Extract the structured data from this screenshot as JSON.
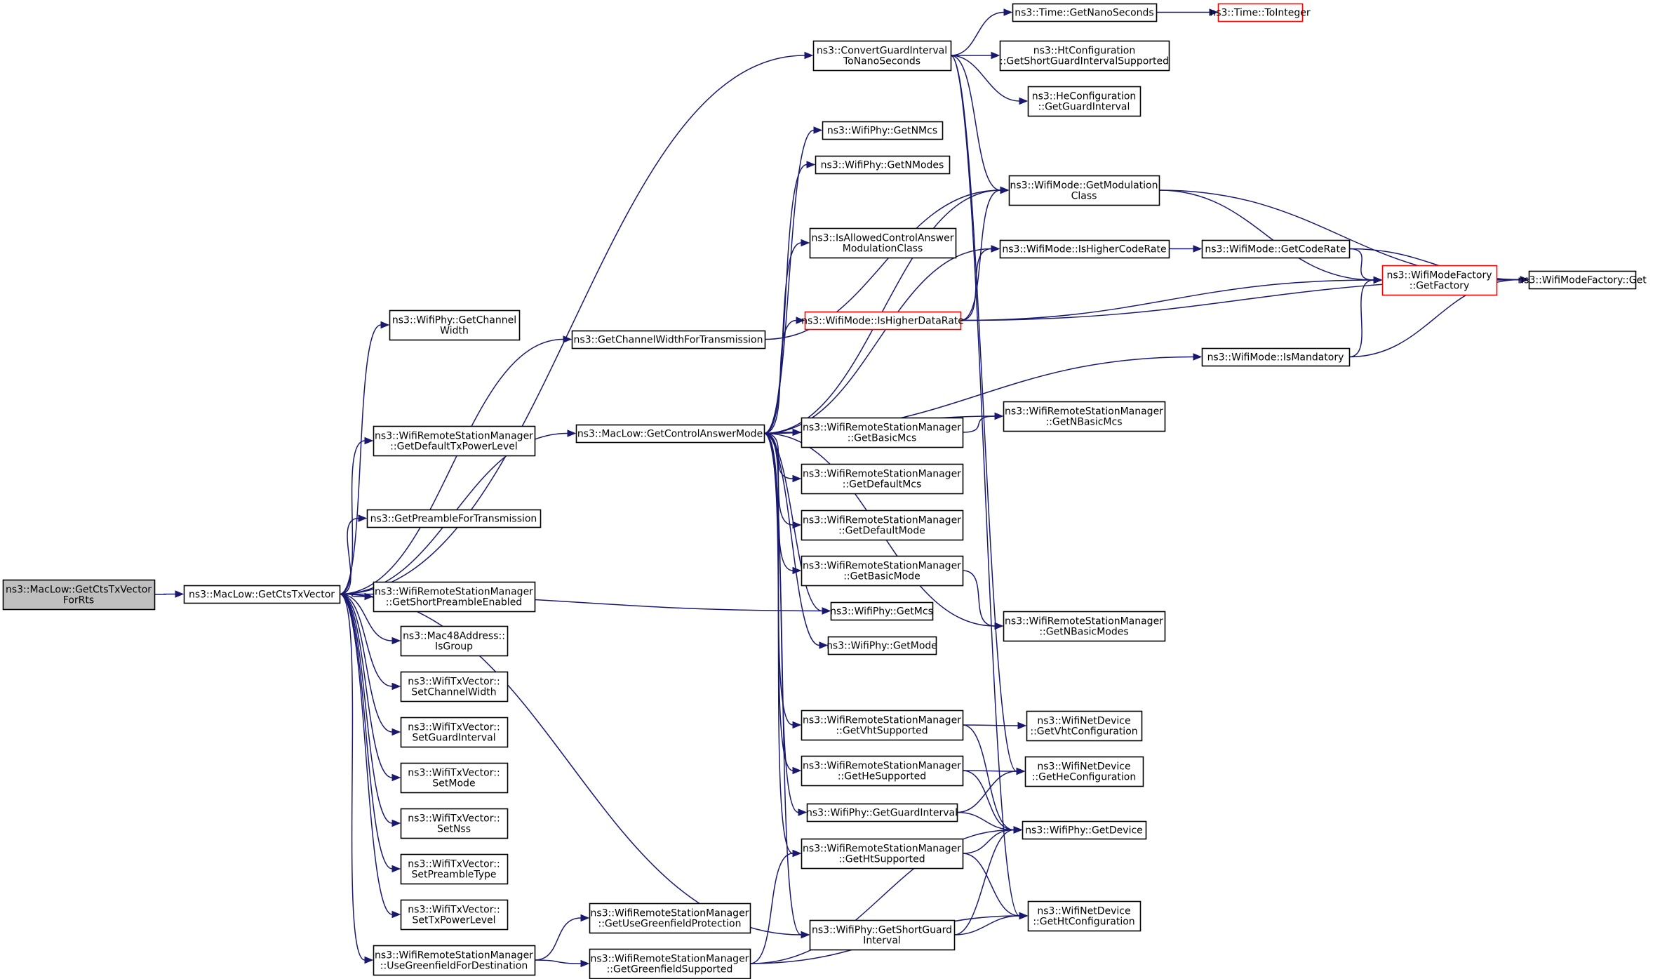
{
  "nodes": {
    "root": {
      "lines": [
        "ns3::MacLow::GetCtsTxVector",
        "ForRts"
      ],
      "style": "root"
    },
    "gctv": {
      "lines": [
        "ns3::MacLow::GetCtsTxVector"
      ]
    },
    "cgi": {
      "lines": [
        "ns3::ConvertGuardInterval",
        "ToNanoSeconds"
      ]
    },
    "gns": {
      "lines": [
        "ns3::Time::GetNanoSeconds"
      ]
    },
    "toint": {
      "lines": [
        "ns3::Time::ToInteger"
      ],
      "style": "red"
    },
    "htcsg": {
      "lines": [
        "ns3::HtConfiguration",
        "::GetShortGuardIntervalSupported"
      ]
    },
    "hegi": {
      "lines": [
        "ns3::HeConfiguration",
        "::GetGuardInterval"
      ]
    },
    "nmcs": {
      "lines": [
        "ns3::WifiPhy::GetNMcs"
      ]
    },
    "nmodes": {
      "lines": [
        "ns3::WifiPhy::GetNModes"
      ]
    },
    "modcls": {
      "lines": [
        "ns3::WifiMode::GetModulation",
        "Class"
      ]
    },
    "iaca": {
      "lines": [
        "ns3::IsAllowedControlAnswer",
        "ModulationClass"
      ]
    },
    "ihcr": {
      "lines": [
        "ns3::WifiMode::IsHigherCodeRate"
      ]
    },
    "gcr": {
      "lines": [
        "ns3::WifiMode::GetCodeRate"
      ]
    },
    "wmfgf": {
      "lines": [
        "ns3::WifiModeFactory",
        "::GetFactory"
      ],
      "style": "red"
    },
    "wmfget": {
      "lines": [
        "ns3::WifiModeFactory::Get"
      ]
    },
    "ihdr": {
      "lines": [
        "ns3::WifiMode::IsHigherDataRate"
      ],
      "style": "red"
    },
    "phycw": {
      "lines": [
        "ns3::WifiPhy::GetChannel",
        "Width"
      ]
    },
    "gcwft": {
      "lines": [
        "ns3::GetChannelWidthForTransmission"
      ]
    },
    "ismand": {
      "lines": [
        "ns3::WifiMode::IsMandatory"
      ]
    },
    "gdtpl": {
      "lines": [
        "ns3::WifiRemoteStationManager",
        "::GetDefaultTxPowerLevel"
      ]
    },
    "gcam": {
      "lines": [
        "ns3::MacLow::GetControlAnswerMode"
      ]
    },
    "gbmcs": {
      "lines": [
        "ns3::WifiRemoteStationManager",
        "::GetBasicMcs"
      ]
    },
    "gnbmcs": {
      "lines": [
        "ns3::WifiRemoteStationManager",
        "::GetNBasicMcs"
      ]
    },
    "gdmcs": {
      "lines": [
        "ns3::WifiRemoteStationManager",
        "::GetDefaultMcs"
      ]
    },
    "gpft": {
      "lines": [
        "ns3::GetPreambleForTransmission"
      ]
    },
    "gdmode": {
      "lines": [
        "ns3::WifiRemoteStationManager",
        "::GetDefaultMode"
      ]
    },
    "gbmode": {
      "lines": [
        "ns3::WifiRemoteStationManager",
        "::GetBasicMode"
      ]
    },
    "gspe": {
      "lines": [
        "ns3::WifiRemoteStationManager",
        "::GetShortPreambleEnabled"
      ]
    },
    "phymcs": {
      "lines": [
        "ns3::WifiPhy::GetMcs"
      ]
    },
    "gnbmodes": {
      "lines": [
        "ns3::WifiRemoteStationManager",
        "::GetNBasicModes"
      ]
    },
    "isgrp": {
      "lines": [
        "ns3::Mac48Address::",
        "IsGroup"
      ]
    },
    "phymode": {
      "lines": [
        "ns3::WifiPhy::GetMode"
      ]
    },
    "scw": {
      "lines": [
        "ns3::WifiTxVector::",
        "SetChannelWidth"
      ]
    },
    "gvhts": {
      "lines": [
        "ns3::WifiRemoteStationManager",
        "::GetVhtSupported"
      ]
    },
    "gvhtc": {
      "lines": [
        "ns3::WifiNetDevice",
        "::GetVhtConfiguration"
      ]
    },
    "sgi": {
      "lines": [
        "ns3::WifiTxVector::",
        "SetGuardInterval"
      ]
    },
    "ghes": {
      "lines": [
        "ns3::WifiRemoteStationManager",
        "::GetHeSupported"
      ]
    },
    "ghec": {
      "lines": [
        "ns3::WifiNetDevice",
        "::GetHeConfiguration"
      ]
    },
    "smode": {
      "lines": [
        "ns3::WifiTxVector::",
        "SetMode"
      ]
    },
    "phygi": {
      "lines": [
        "ns3::WifiPhy::GetGuardInterval"
      ]
    },
    "gdev": {
      "lines": [
        "ns3::WifiPhy::GetDevice"
      ]
    },
    "snss": {
      "lines": [
        "ns3::WifiTxVector::",
        "SetNss"
      ]
    },
    "ghts": {
      "lines": [
        "ns3::WifiRemoteStationManager",
        "::GetHtSupported"
      ]
    },
    "spt": {
      "lines": [
        "ns3::WifiTxVector::",
        "SetPreambleType"
      ]
    },
    "ghtc": {
      "lines": [
        "ns3::WifiNetDevice",
        "::GetHtConfiguration"
      ]
    },
    "stpl": {
      "lines": [
        "ns3::WifiTxVector::",
        "SetTxPowerLevel"
      ]
    },
    "gsgi": {
      "lines": [
        "ns3::WifiPhy::GetShortGuard",
        "Interval"
      ]
    },
    "gugp": {
      "lines": [
        "ns3::WifiRemoteStationManager",
        "::GetUseGreenfieldProtection"
      ]
    },
    "ugfd": {
      "lines": [
        "ns3::WifiRemoteStationManager",
        "::UseGreenfieldForDestination"
      ]
    },
    "ggfs": {
      "lines": [
        "ns3::WifiRemoteStationManager",
        "::GetGreenfieldSupported"
      ]
    }
  },
  "edges": [
    [
      "root",
      "gctv"
    ],
    [
      "gctv",
      "cgi"
    ],
    [
      "gctv",
      "phycw"
    ],
    [
      "gctv",
      "gcwft"
    ],
    [
      "gctv",
      "gcam"
    ],
    [
      "gctv",
      "gdtpl"
    ],
    [
      "gctv",
      "gpft"
    ],
    [
      "gctv",
      "gspe"
    ],
    [
      "gctv",
      "isgrp"
    ],
    [
      "gctv",
      "scw"
    ],
    [
      "gctv",
      "sgi"
    ],
    [
      "gctv",
      "smode"
    ],
    [
      "gctv",
      "snss"
    ],
    [
      "gctv",
      "spt"
    ],
    [
      "gctv",
      "stpl"
    ],
    [
      "gctv",
      "ugfd"
    ],
    [
      "gctv",
      "gsgi"
    ],
    [
      "gctv",
      "phymcs"
    ],
    [
      "cgi",
      "gns"
    ],
    [
      "cgi",
      "htcsg"
    ],
    [
      "cgi",
      "hegi"
    ],
    [
      "cgi",
      "modcls"
    ],
    [
      "cgi",
      "ghec"
    ],
    [
      "cgi",
      "ghtc"
    ],
    [
      "gns",
      "toint"
    ],
    [
      "gcwft",
      "modcls"
    ],
    [
      "modcls",
      "wmfgf"
    ],
    [
      "modcls",
      "wmfget"
    ],
    [
      "ihcr",
      "gcr"
    ],
    [
      "gcr",
      "wmfgf"
    ],
    [
      "gcr",
      "wmfget"
    ],
    [
      "wmfgf",
      "wmfget"
    ],
    [
      "ihdr",
      "modcls"
    ],
    [
      "ihdr",
      "ihcr"
    ],
    [
      "ihdr",
      "wmfgf"
    ],
    [
      "ihdr",
      "wmfget"
    ],
    [
      "ismand",
      "wmfgf"
    ],
    [
      "ismand",
      "wmfget"
    ],
    [
      "gcam",
      "nmcs"
    ],
    [
      "gcam",
      "nmodes"
    ],
    [
      "gcam",
      "modcls"
    ],
    [
      "gcam",
      "iaca"
    ],
    [
      "gcam",
      "ihcr"
    ],
    [
      "gcam",
      "ihdr"
    ],
    [
      "gcam",
      "ismand"
    ],
    [
      "gcam",
      "gnbmcs"
    ],
    [
      "gcam",
      "gbmcs"
    ],
    [
      "gcam",
      "gdmcs"
    ],
    [
      "gcam",
      "gdmode"
    ],
    [
      "gcam",
      "gbmode"
    ],
    [
      "gcam",
      "phymcs"
    ],
    [
      "gcam",
      "phymode"
    ],
    [
      "gcam",
      "gnbmodes"
    ],
    [
      "gcam",
      "gvhts"
    ],
    [
      "gcam",
      "ghes"
    ],
    [
      "gcam",
      "phygi"
    ],
    [
      "gcam",
      "ghts"
    ],
    [
      "gcam",
      "gsgi"
    ],
    [
      "gbmcs",
      "gnbmcs"
    ],
    [
      "gbmode",
      "gnbmodes"
    ],
    [
      "gvhts",
      "gvhtc"
    ],
    [
      "gvhts",
      "gdev"
    ],
    [
      "ghes",
      "ghec"
    ],
    [
      "ghes",
      "gdev"
    ],
    [
      "phygi",
      "ghec"
    ],
    [
      "phygi",
      "gdev"
    ],
    [
      "ghts",
      "gdev"
    ],
    [
      "ghts",
      "ghtc"
    ],
    [
      "gsgi",
      "gdev"
    ],
    [
      "gsgi",
      "ghtc"
    ],
    [
      "ugfd",
      "gugp"
    ],
    [
      "ugfd",
      "ggfs"
    ],
    [
      "ggfs",
      "ghts"
    ],
    [
      "ggfs",
      "gdev"
    ],
    [
      "ggfs",
      "ghtc"
    ]
  ],
  "colors": {
    "edge": "#191970",
    "node_border": "#000000",
    "highlight_border": "#ff0000",
    "root_fill": "#bfbfbf",
    "node_fill": "#ffffff"
  }
}
